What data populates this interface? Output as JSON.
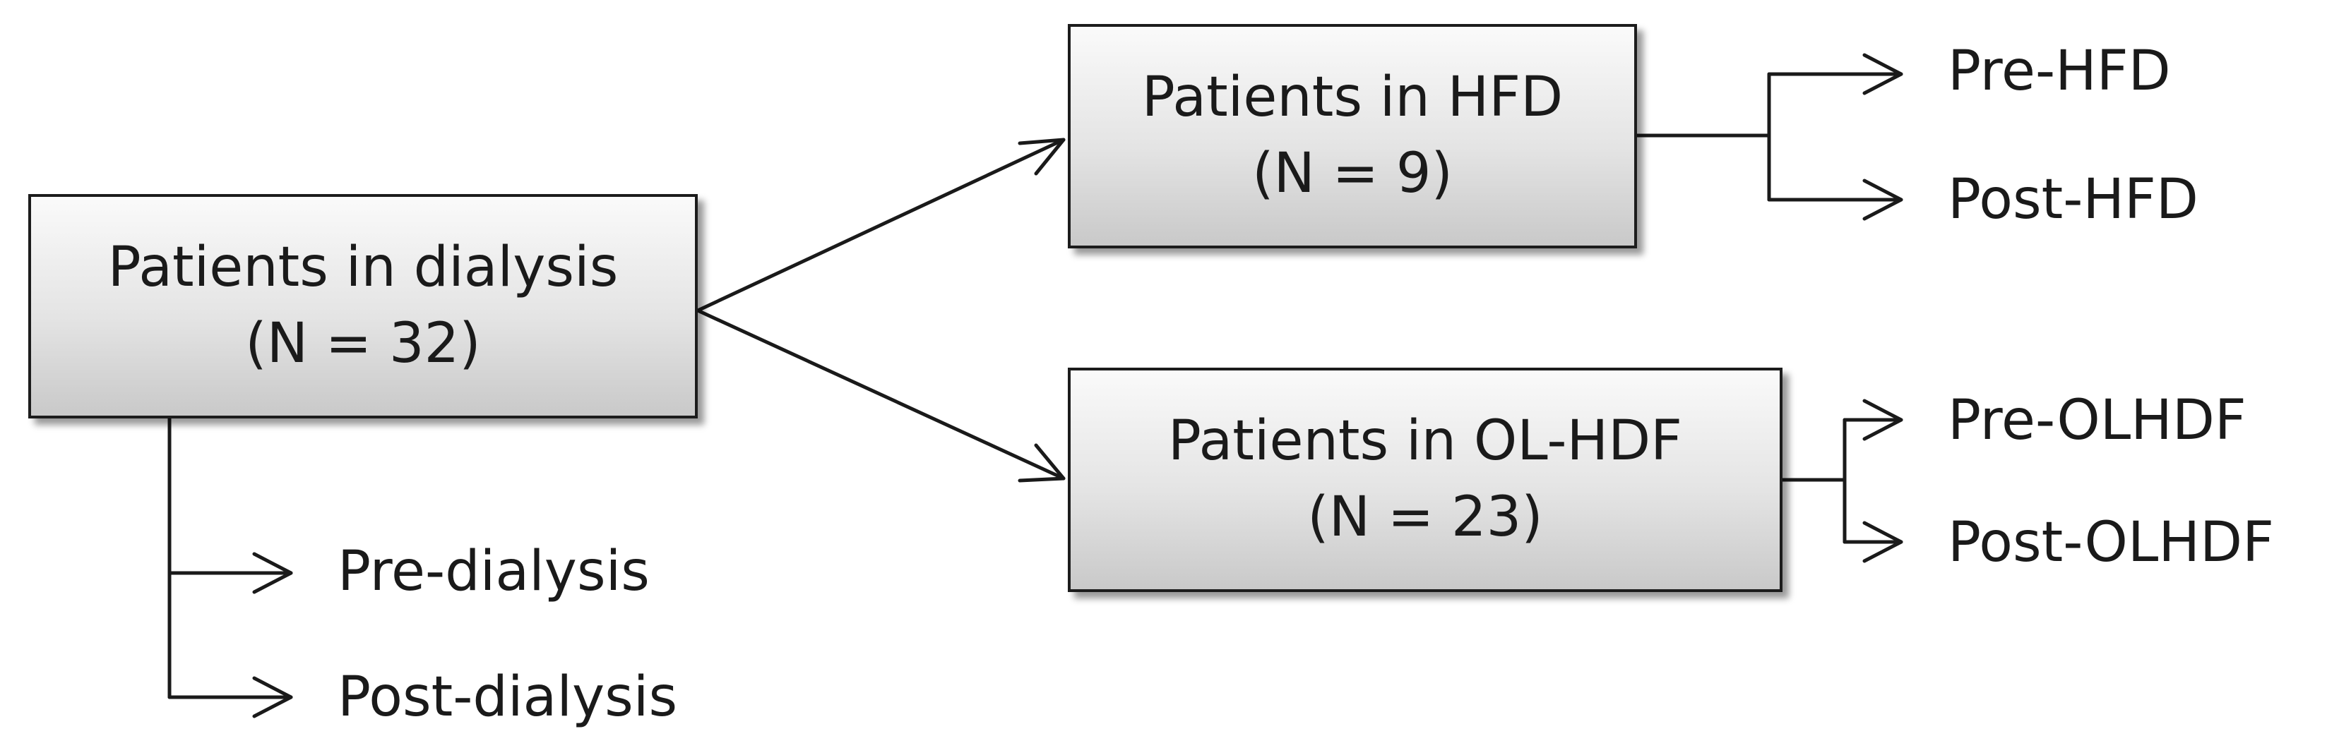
{
  "nodes": {
    "dialysis": {
      "line1": "Patients in dialysis",
      "line2": "(N = 32)"
    },
    "hfd": {
      "line1": "Patients in HFD",
      "line2": "(N = 9)"
    },
    "olhdf": {
      "line1": "Patients in OL-HDF",
      "line2": "(N = 23)"
    }
  },
  "outcomes": {
    "pre_hfd": "Pre-HFD",
    "post_hfd": "Post-HFD",
    "pre_olhdf": "Pre-OLHDF",
    "post_olhdf": "Post-OLHDF",
    "pre_dialysis": "Pre-dialysis",
    "post_dialysis": "Post-dialysis"
  },
  "colors": {
    "box_border": "#1c1c1c",
    "box_fill_top": "#fafafa",
    "box_fill_bottom": "#c9c9c9",
    "line": "#1a1a1a",
    "text": "#1a1a1a"
  }
}
